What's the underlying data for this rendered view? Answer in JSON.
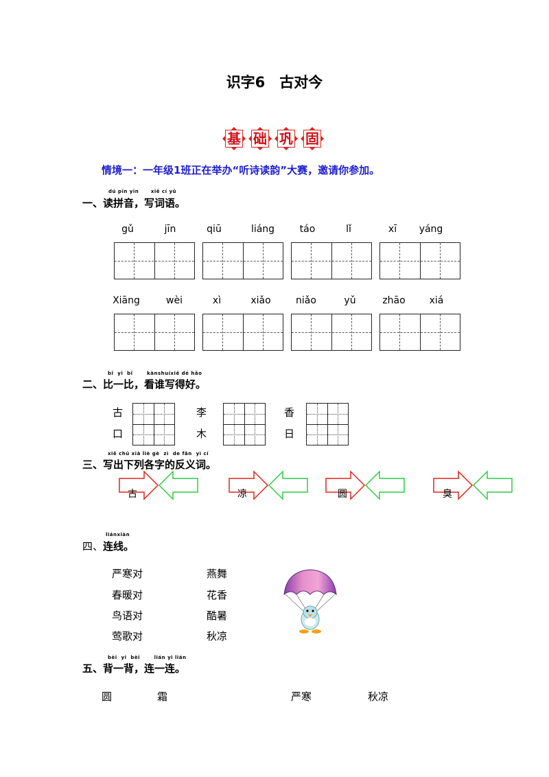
{
  "title": "识字6　古对今",
  "banner": {
    "chars": [
      "基",
      "础",
      "巩",
      "固"
    ],
    "color": "#e2231a"
  },
  "scenario": "情境一：一年级1班正在举办“听诗读韵”大赛，邀请你参加。",
  "sections": {
    "s1": {
      "number": "一、",
      "text": "读拼音，写词语。",
      "ruby": [
        "dú",
        "pīn",
        "yīn",
        "xiě",
        "cí",
        "yǔ"
      ],
      "row1": [
        "gǔ",
        "jīn",
        "qiū",
        "liáng",
        "táo",
        "lǐ",
        "xī",
        "yáng"
      ],
      "row2": [
        "Xiāng",
        "wèi",
        "xì",
        "xiǎo",
        "niǎo",
        "yǔ",
        "zhāo",
        "xiá"
      ]
    },
    "s2": {
      "number": "二、",
      "text": "比一比，看谁写得好。",
      "ruby": [
        "bǐ",
        "yi",
        "bǐ",
        "kàn",
        "shuí",
        "xiě",
        "dé",
        "hǎo"
      ],
      "pairs": [
        [
          "古",
          "口"
        ],
        [
          "李",
          "木"
        ],
        [
          "香",
          "日"
        ]
      ]
    },
    "s3": {
      "number": "三、",
      "text": "写出下列各字的反义词。",
      "ruby": [
        "xiě",
        "chū",
        "xià",
        "liè",
        "gè",
        "zì",
        "de",
        "fǎn",
        "yì",
        "cí"
      ],
      "chars": [
        "古",
        "凉",
        "圆",
        "臭"
      ]
    },
    "s4": {
      "number": "四、",
      "text": "连线。",
      "ruby": [
        "lián",
        "xiàn"
      ],
      "left": [
        "严寒对",
        "春暖对",
        "鸟语对",
        "莺歌对"
      ],
      "right": [
        "燕舞",
        "花香",
        "酷暑",
        "秋凉"
      ]
    },
    "s5": {
      "number": "五、",
      "text": "背一背，连一连。",
      "ruby": [
        "bèi",
        "yi",
        "bèi",
        "lián",
        "yi",
        "lián"
      ],
      "items": [
        "圆",
        "霜",
        "严寒",
        "秋凉"
      ]
    }
  },
  "colors": {
    "scenario": "#1f1fcf",
    "arrow_red": "#e2231a",
    "arrow_green": "#2ecc40"
  }
}
